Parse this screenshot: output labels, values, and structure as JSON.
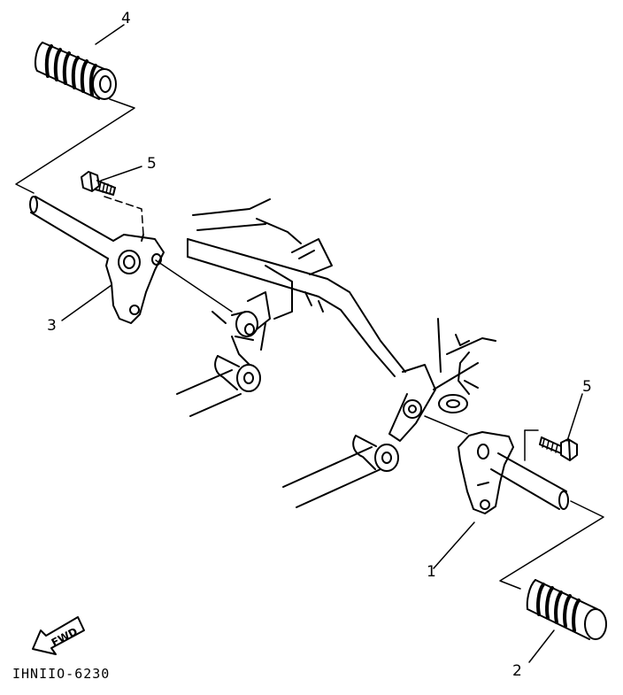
{
  "callouts": {
    "p1": "1",
    "p2": "2",
    "p3": "3",
    "p4": "4",
    "p5_upper": "5",
    "p5_right": "5"
  },
  "fwd_label": "FWD",
  "diagram_code": "IHNIIO-6230",
  "colors": {
    "ink": "#000000",
    "paper": "#ffffff"
  }
}
